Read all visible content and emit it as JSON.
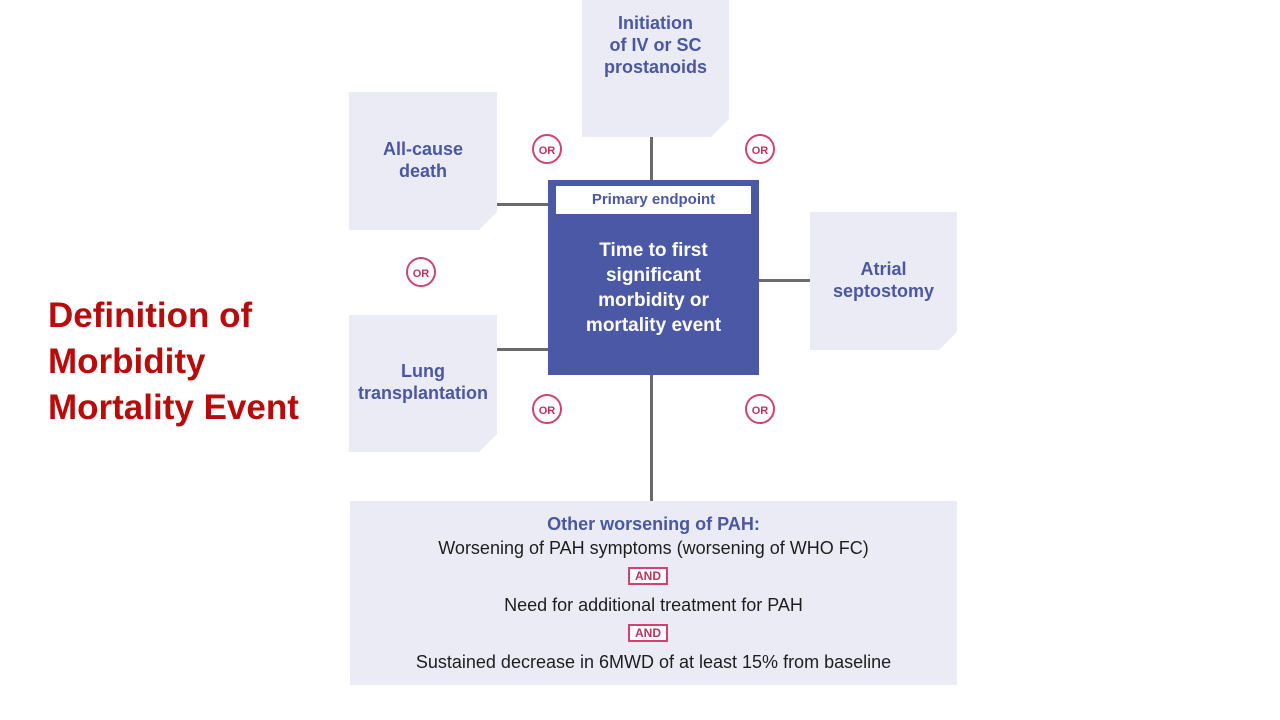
{
  "title": {
    "line1": "Definition of",
    "line2": "Morbidity",
    "line3": "Mortality Event"
  },
  "primary": {
    "label": "Primary endpoint",
    "lines": [
      "Time to first",
      "significant",
      "morbidity or",
      "mortality event"
    ]
  },
  "events": {
    "prostanoids": [
      "Initiation",
      "of IV or SC",
      "prostanoids"
    ],
    "death": [
      "All-cause",
      "death"
    ],
    "septostomy": [
      "Atrial",
      "septostomy"
    ],
    "transplant": [
      "Lung",
      "transplantation"
    ]
  },
  "or_label": "OR",
  "and_label": "AND",
  "bottom": {
    "heading": "Other worsening of PAH:",
    "line1": "Worsening of PAH symptoms (worsening of WHO FC)",
    "line2": "Need for additional treatment for PAH",
    "line3": "Sustained decrease in 6MWD of at least 15% from baseline"
  },
  "colors": {
    "title": "#b80c0c",
    "primary_fill": "#4b58a6",
    "box_fill": "#ebebf5",
    "box_text": "#4a57a2",
    "or_border": "#d1436f"
  }
}
